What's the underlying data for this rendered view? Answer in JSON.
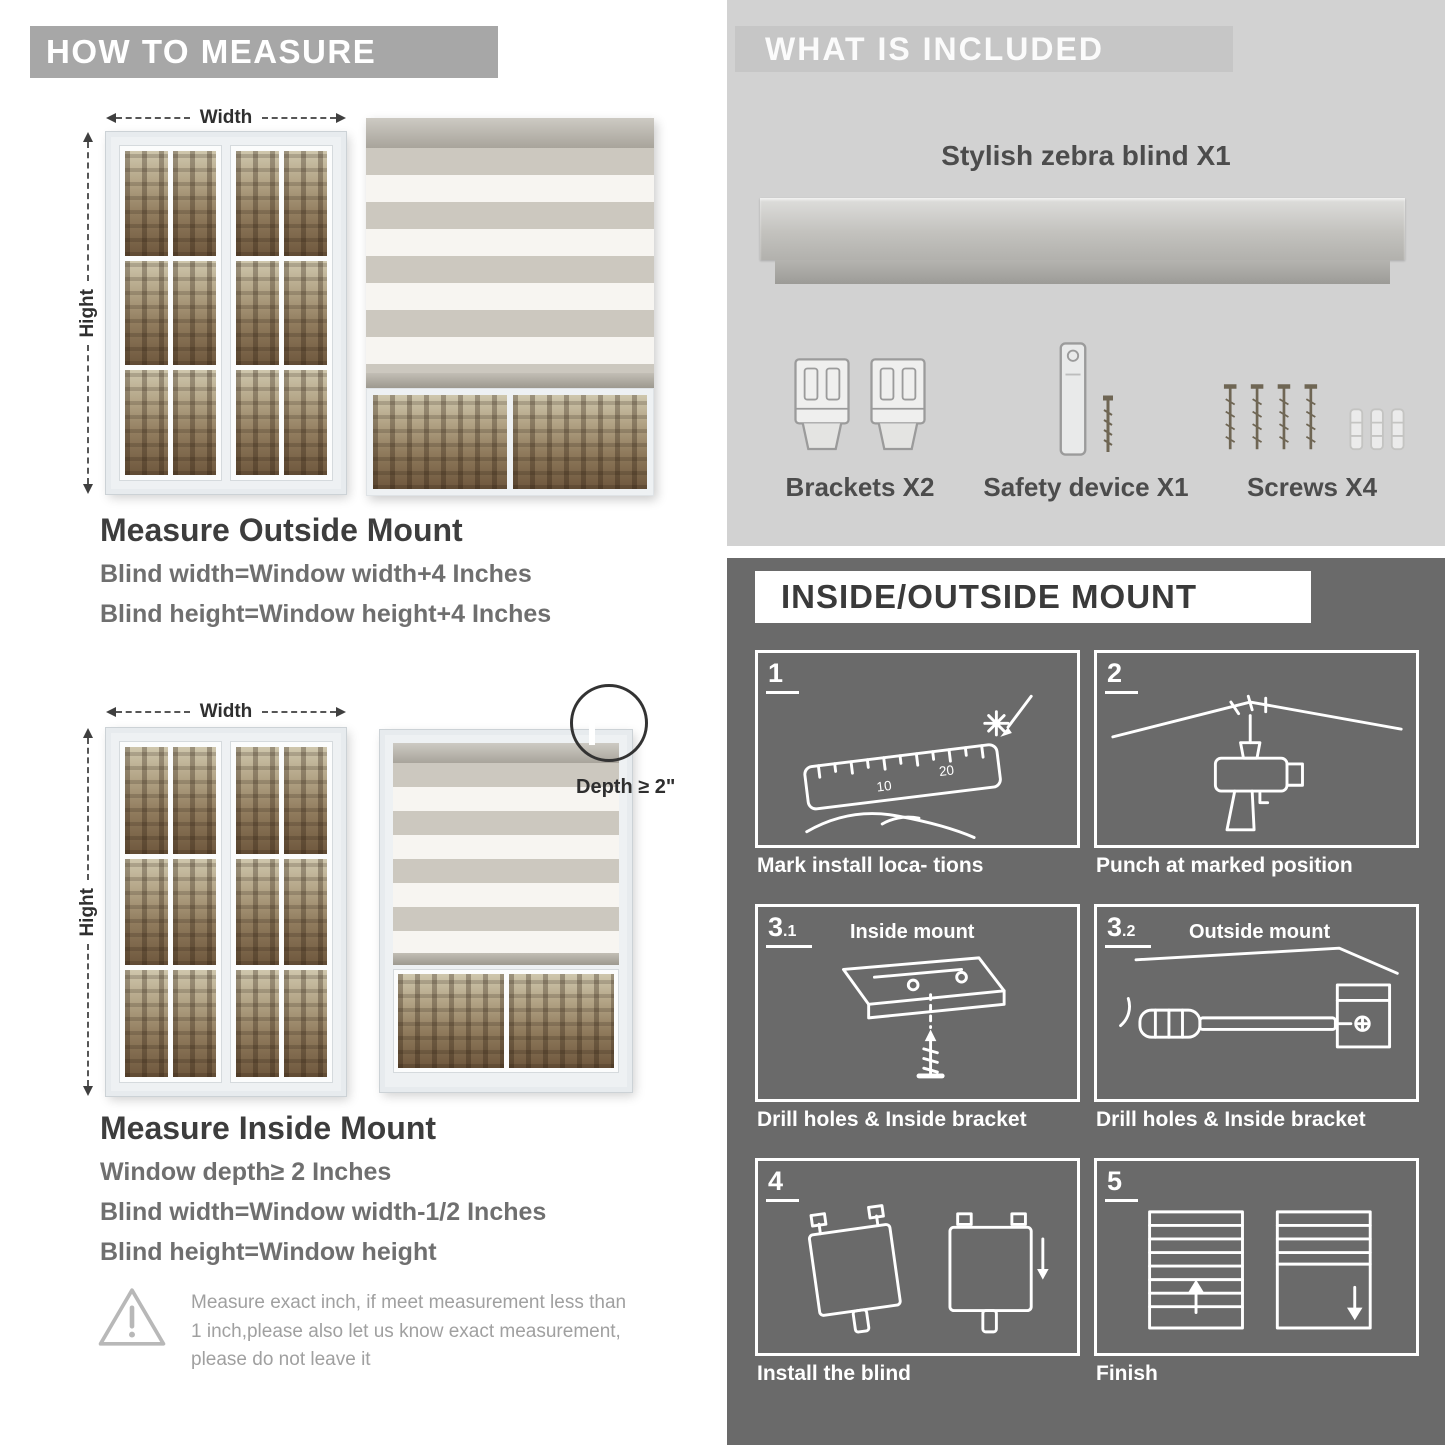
{
  "colors": {
    "left_banner": "#a7a7a7",
    "included_bg": "#d2d2d2",
    "included_banner": "#c6c6c6",
    "mount_bg": "#6a6a6a",
    "heading_text": "#3d3d3d",
    "body_text": "#6f6f6f"
  },
  "how_to_measure": {
    "header": "HOW TO MEASURE",
    "outside": {
      "width_label": "Width",
      "height_label": "Hight",
      "title": "Measure Outside Mount",
      "lines": [
        "Blind width=Window width+4 Inches",
        "Blind height=Window height+4 Inches"
      ]
    },
    "inside": {
      "width_label": "Width",
      "height_label": "Hight",
      "depth_label": "Depth ≥ 2\"",
      "title": "Measure Inside Mount",
      "lines": [
        "Window depth≥ 2 Inches",
        "Blind width=Window width-1/2 Inches",
        "Blind height=Window height"
      ]
    },
    "warning_text": "Measure exact inch, if meet measurement less than 1 inch,please also let us know exact measurement, please do not leave it"
  },
  "included": {
    "header": "WHAT IS INCLUDED",
    "item_title": "Stylish zebra blind X1",
    "parts": [
      {
        "label": "Brackets X2"
      },
      {
        "label": "Safety device X1"
      },
      {
        "label": "Screws X4"
      }
    ]
  },
  "mount_steps": {
    "header": "INSIDE/OUTSIDE MOUNT",
    "steps": [
      {
        "num": "1",
        "caption": "Mark install loca- tions"
      },
      {
        "num": "2",
        "caption": "Punch at  marked position"
      },
      {
        "num": "3",
        "sub": ".1",
        "label": "Inside mount",
        "caption": "Drill holes &  Inside bracket"
      },
      {
        "num": "3",
        "sub": ".2",
        "label": "Outside mount",
        "caption": "Drill holes &  Inside bracket"
      },
      {
        "num": "4",
        "caption": "Install the blind"
      },
      {
        "num": "5",
        "caption": "Finish"
      }
    ]
  },
  "icons": {
    "warning": "triangle-exclamation",
    "step1": "ruler-mark",
    "step2": "drill",
    "step3_1": "bracket-with-screw",
    "step3_2": "bracket-with-screwdriver",
    "step4": "install-blind",
    "step5": "finished-blinds"
  }
}
